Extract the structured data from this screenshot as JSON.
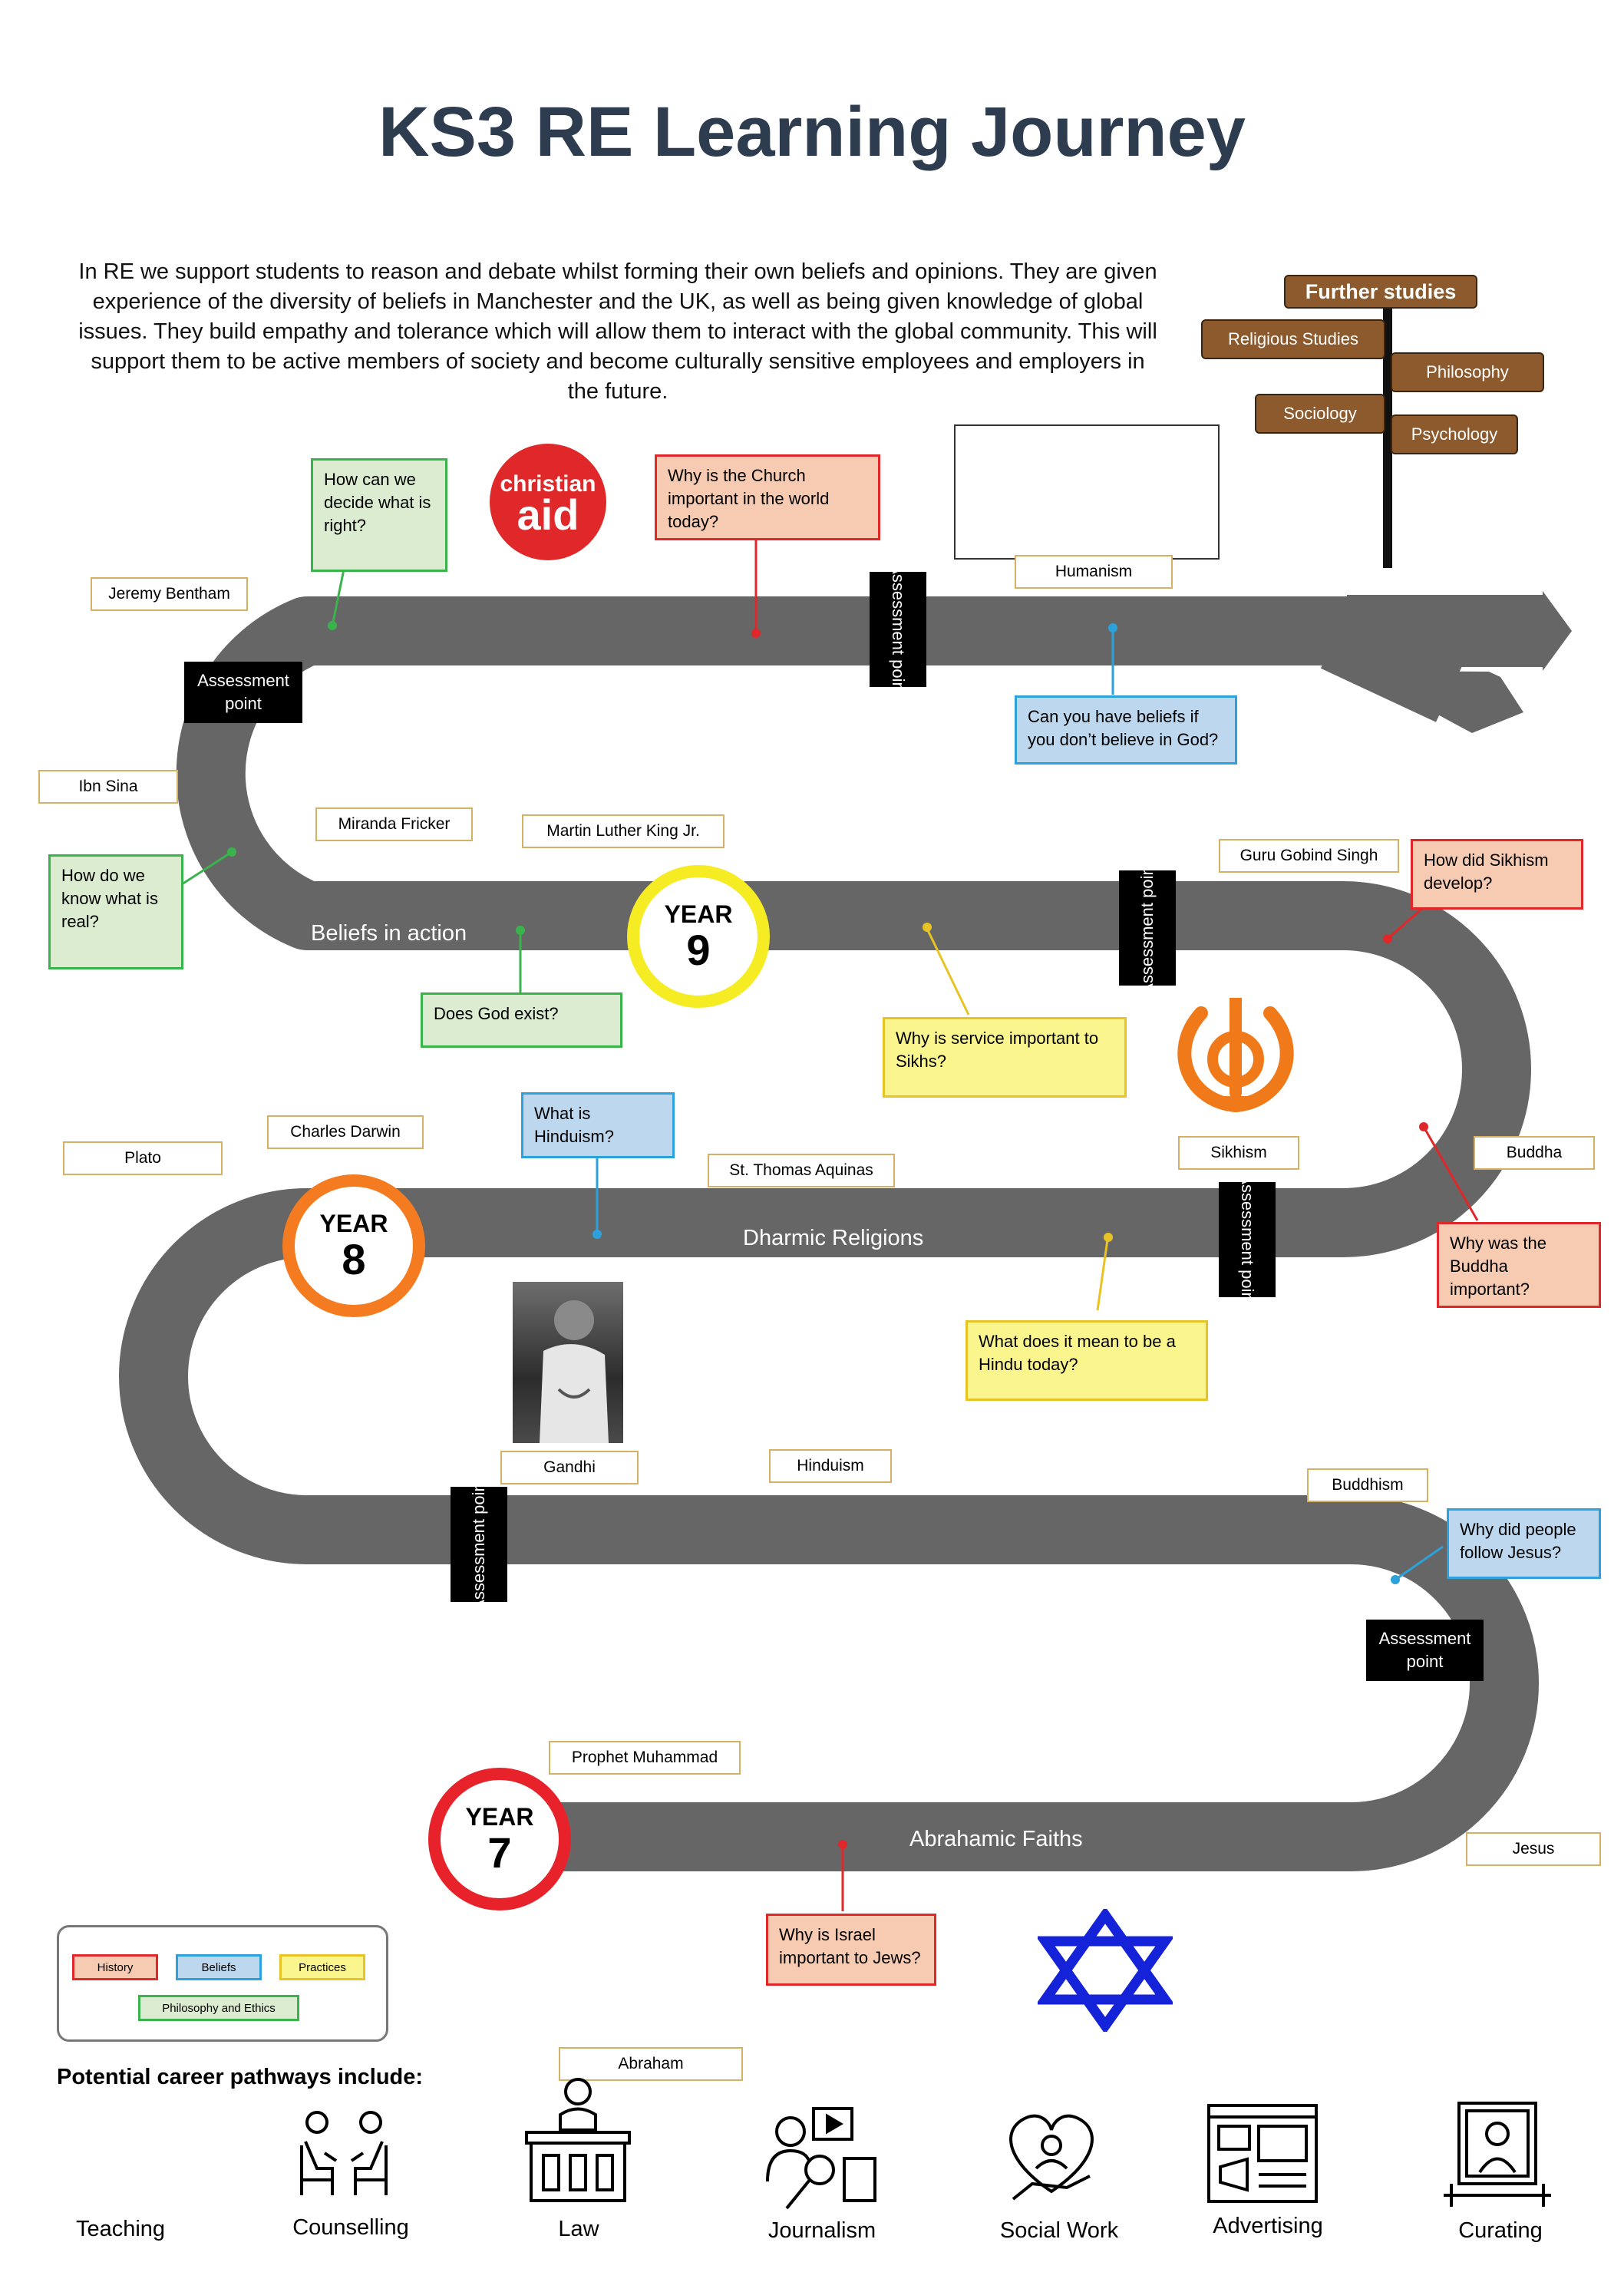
{
  "title": "KS3 RE Learning Journey",
  "intro": "In RE we support students to reason and debate whilst forming their own beliefs and opinions. They are given experience of the diversity of beliefs in Manchester and the UK, as well as being given knowledge of global issues. They build empathy and tolerance which will allow them to interact with the global community. This will support them to be active members of society and become culturally sensitive employees and employers in the future.",
  "further_studies": {
    "heading": "Further studies",
    "options": [
      "Religious Studies",
      "Philosophy",
      "Sociology",
      "Psychology"
    ]
  },
  "logo": {
    "line1": "christian",
    "line2": "aid"
  },
  "years": [
    {
      "label": "YEAR",
      "number": "9",
      "theme": "Beliefs in action"
    },
    {
      "label": "YEAR",
      "number": "8",
      "theme": "Dharmic Religions"
    },
    {
      "label": "YEAR",
      "number": "7",
      "theme": "Abrahamic Faiths"
    }
  ],
  "assessment_label": "Assessment point",
  "people": {
    "jeremy_bentham": "Jeremy Bentham",
    "humanism": "Humanism",
    "ibn_sina": "Ibn Sina",
    "miranda_fricker": "Miranda Fricker",
    "mlk": "Martin Luther King Jr.",
    "guru_gobind_singh": "Guru Gobind Singh",
    "charles_darwin": "Charles Darwin",
    "plato": "Plato",
    "aquinas": "St. Thomas Aquinas",
    "sikhism": "Sikhism",
    "buddha": "Buddha",
    "gandhi": "Gandhi",
    "hinduism": "Hinduism",
    "buddhism": "Buddhism",
    "prophet_muhammad": "Prophet Muhammad",
    "jesus": "Jesus",
    "abraham": "Abraham"
  },
  "questions": {
    "decide_right": "How can we decide what is right?",
    "church": "Why is the Church important in the world today?",
    "beliefs_god": "Can you have beliefs if you don’t believe in God?",
    "know_real": "How do we know what is real?",
    "god_exist": "Does God exist?",
    "service": "Why is service important to Sikhs?",
    "sikhism_develop": "How did Sikhism develop?",
    "hinduism": "What is Hinduism?",
    "buddha_important": "Why was the Buddha important?",
    "hindu_today": "What does it mean to be a Hindu today?",
    "follow_jesus": "Why did people follow Jesus?",
    "israel": "Why is Israel important to Jews?"
  },
  "legend": {
    "history": "History",
    "beliefs": "Beliefs",
    "practices": "Practices",
    "ethics": "Philosophy and Ethics"
  },
  "careers": {
    "heading": "Potential career pathways include:",
    "items": [
      "Teaching",
      "Counselling",
      "Law",
      "Journalism",
      "Social Work",
      "Advertising",
      "Curating"
    ]
  },
  "colors": {
    "road": "#666666",
    "title": "#2e3c50",
    "history": "#f7cbb1",
    "beliefs": "#bcd7ee",
    "practices": "#fbf58e",
    "ethics": "#dcecd1",
    "year9": "#f5ec23",
    "year8": "#f47b20",
    "year7": "#e8222a"
  }
}
